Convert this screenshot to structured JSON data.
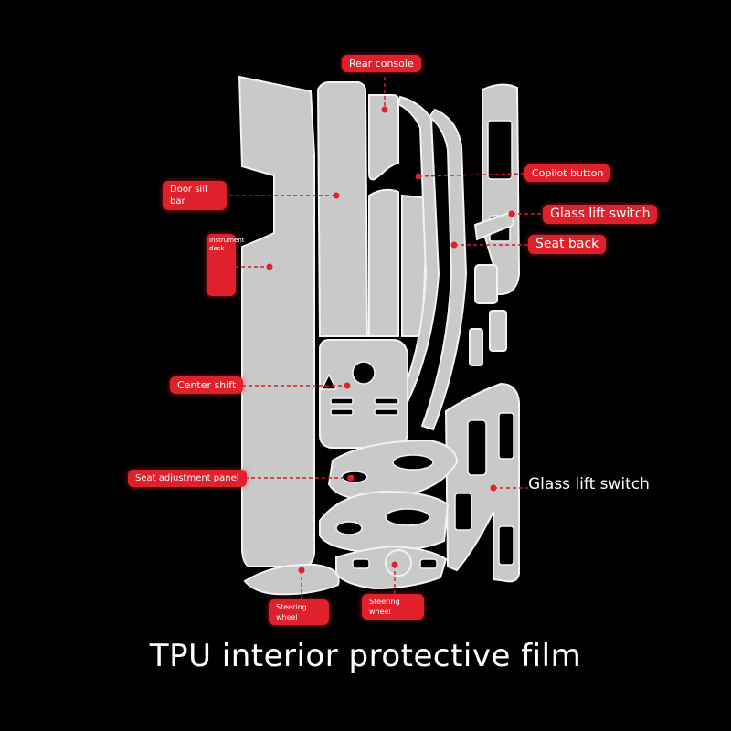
{
  "caption": "TPU interior protective film",
  "labels": {
    "rear_console": "Rear console",
    "copilot_button": "Copilot button",
    "door_sill_bar": "Door sill bar",
    "glass_lift_switch_top": "Glass lift switch",
    "seat_back": "Seat back",
    "instrument_desk": "Instrument desk",
    "center_shift": "Center shift",
    "seat_adjustment_panel": "Seat adjustment panel",
    "glass_lift_switch_right": "Glass lift switch",
    "steering_wheel_left": "Steering wheel",
    "steering_wheel_right": "Steering wheel"
  },
  "colors": {
    "accent": "#e0212c",
    "film": "#c9c9c9",
    "background": "#000000"
  }
}
